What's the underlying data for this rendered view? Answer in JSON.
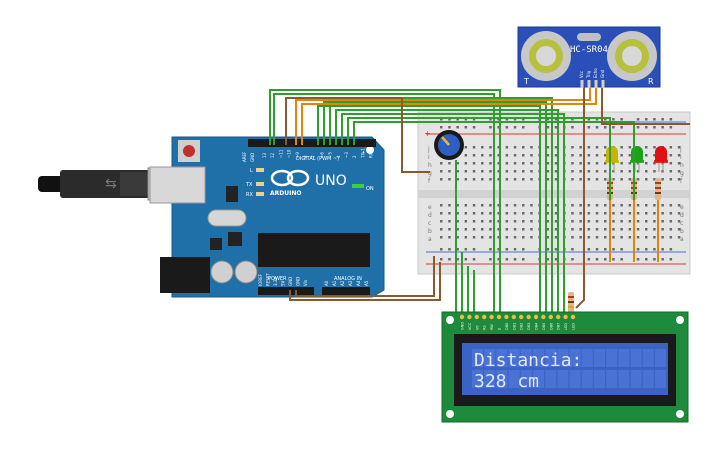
{
  "sensor": {
    "model": "HC-SR04",
    "pins": [
      "Vcc",
      "Trig",
      "Echo",
      "Gnd"
    ],
    "corner_left": "T",
    "corner_right": "R"
  },
  "arduino": {
    "logo_text": "ARDUINO",
    "model_text": "UNO",
    "digital_label": "DIGITAL (PWM ~)",
    "power_label": "POWER",
    "analog_label": "ANALOG IN",
    "on_label": "ON",
    "l_label": "L",
    "tx_label": "TX",
    "rx_label": "RX",
    "aref": "AREF",
    "gnd": "GND",
    "digital_pins": [
      "13",
      "12",
      "~11",
      "~10",
      "~9",
      "8",
      "7",
      "~6",
      "~5",
      "4",
      "~3",
      "2",
      "TX▸1",
      "RX◂0"
    ],
    "power_pins": [
      "IOREF",
      "RESET",
      "3.3V",
      "5V",
      "GND",
      "GND",
      "Vin"
    ],
    "analog_pins": [
      "A0",
      "A1",
      "A2",
      "A3",
      "A4",
      "A5"
    ]
  },
  "leds": [
    {
      "color": "#c8b400",
      "name": "yellow"
    },
    {
      "color": "#1aa31a",
      "name": "green"
    },
    {
      "color": "#e01010",
      "name": "red"
    }
  ],
  "lcd": {
    "line1": "Distancia:",
    "line2": "328 cm",
    "pin_labels": [
      "GND",
      "VCC",
      "V0",
      "RS",
      "RW",
      "E",
      "DB0",
      "DB1",
      "DB2",
      "DB3",
      "DB4",
      "DB5",
      "DB6",
      "DB7",
      "LED",
      "LED"
    ]
  },
  "breadboard": {
    "row_letters": [
      "j",
      "i",
      "h",
      "g",
      "f",
      "e",
      "d",
      "c",
      "b",
      "a"
    ]
  },
  "colors": {
    "arduino_board": "#1f6fa8",
    "lcd_board": "#1e8a3c",
    "lcd_screen": "#3b63c4",
    "lcd_text": "#dfe8ff",
    "sensor_board": "#2a4fb8",
    "wire_green": "#2f9e2f",
    "wire_orange": "#e0860a",
    "wire_brown": "#8a5a2e"
  }
}
